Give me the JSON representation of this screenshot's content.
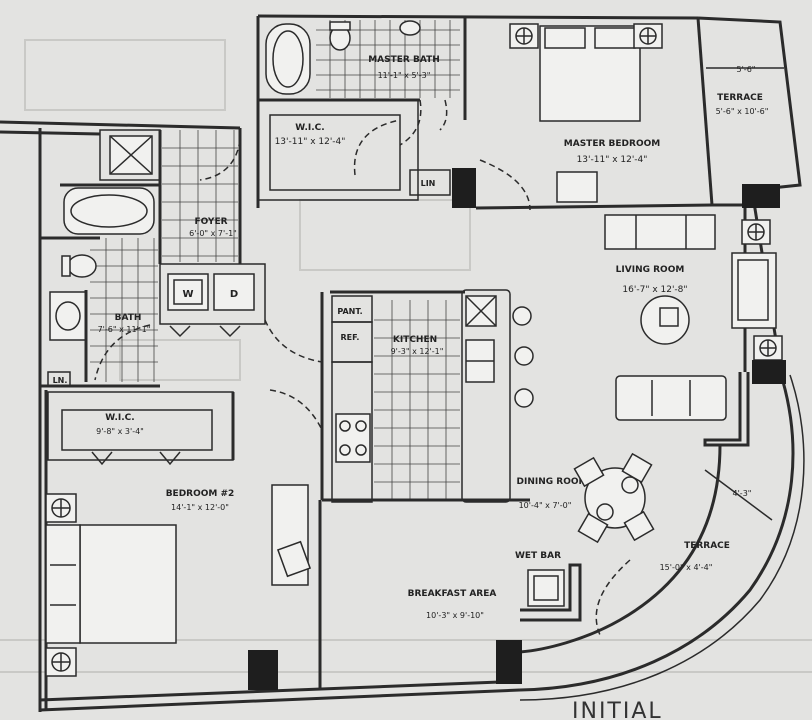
{
  "rooms": {
    "master_bath": {
      "name": "MASTER BATH",
      "dims": "11'-1\" x 5'-3\""
    },
    "wic_master": {
      "name": "W.I.C.",
      "dims": "13'-11\" x 12'-4\""
    },
    "master_bedroom": {
      "name": "MASTER BEDROOM",
      "dims": "13'-11\" x 12'-4\""
    },
    "terrace_top": {
      "name": "TERRACE",
      "dims": "5'-6\" x 10'-6\"",
      "depth": "5'-6\""
    },
    "foyer": {
      "name": "FOYER",
      "dims": "6'-0\" x 7'-1\""
    },
    "living_room": {
      "name": "LIVING ROOM",
      "dims": "16'-7\" x 12'-8\""
    },
    "bath": {
      "name": "BATH",
      "dims": "7'-6\" x 11'-1\""
    },
    "kitchen": {
      "name": "KITCHEN",
      "dims": "9'-3\" x 12'-1\""
    },
    "wic_bedroom2": {
      "name": "W.I.C.",
      "dims": "9'-8\" x 3'-4\""
    },
    "bedroom2": {
      "name": "BEDROOM #2",
      "dims": "14'-1\" x 12'-0\""
    },
    "dining_room": {
      "name": "DINING ROOM",
      "dims": "10'-4\" x 7'-0\""
    },
    "terrace_curved": {
      "name": "TERRACE",
      "dims": "15'-0\" x 4'-4\"",
      "depth": "4'-3\""
    },
    "wet_bar": {
      "name": "WET BAR"
    },
    "breakfast_area": {
      "name": "BREAKFAST AREA",
      "dims": "10'-3\" x 9'-10\""
    }
  },
  "fixtures": {
    "washer": "W",
    "dryer": "D",
    "pantry": "PANT.",
    "refrigerator": "REF.",
    "linen_small": "LN.",
    "linen_master": "LIN"
  },
  "footer": {
    "stamp": "INITIAL"
  }
}
